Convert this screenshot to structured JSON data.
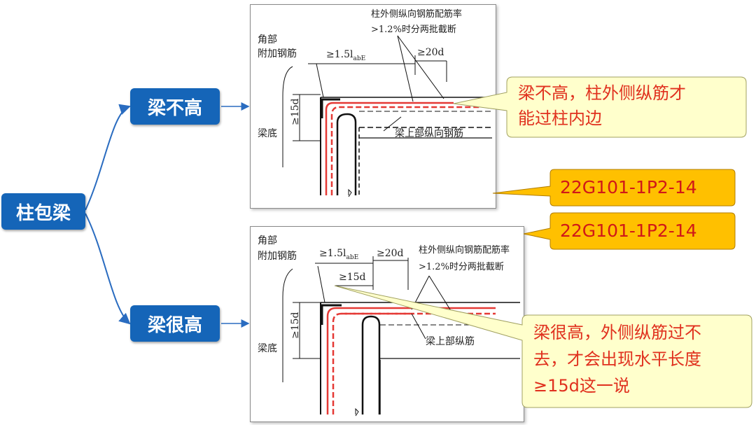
{
  "root": {
    "label": "柱包梁"
  },
  "branches": [
    {
      "label": "梁不高"
    },
    {
      "label": "梁很高"
    }
  ],
  "top_detail": {
    "corner_label_1": "角部",
    "corner_label_2": "附加钢筋",
    "anchor_len": "≥1.5l",
    "anchor_sub": "abE",
    "offset_len": "≥20d",
    "ratio_note_1": "柱外侧纵向钢筋配筋率",
    "ratio_note_2": ">1.2%时分两批截断",
    "beam_bottom": "梁底",
    "height_label": "≥15d",
    "beam_top_bar": "梁上部纵向钢筋"
  },
  "bottom_detail": {
    "corner_label_1": "角部",
    "corner_label_2": "附加钢筋",
    "anchor_len": "≥1.5l",
    "anchor_sub": "abE",
    "offset_len": "≥20d",
    "horiz_len": "≥15d",
    "ratio_note_1": "柱外侧纵向钢筋配筋率",
    "ratio_note_2": ">1.2%时分两批截断",
    "beam_bottom": "梁底",
    "height_label": "≥15d",
    "beam_top_bar": "梁上部纵筋"
  },
  "callouts": {
    "top_note_line1": "梁不高，柱外侧纵筋才",
    "top_note_line2": "能过柱内边",
    "code_ref_1": "22G101-1P2-14",
    "code_ref_2": "22G101-1P2-14",
    "bottom_note_line1": "梁很高，外侧纵筋过不",
    "bottom_note_line2": "去，才会出现水平长度",
    "bottom_note_line3": "≥15d这一说"
  },
  "colors": {
    "node_blue": "#1565b8",
    "callout_yellow": "#ffffcc",
    "callout_orange": "#ffc000",
    "note_red": "#e0301e"
  }
}
